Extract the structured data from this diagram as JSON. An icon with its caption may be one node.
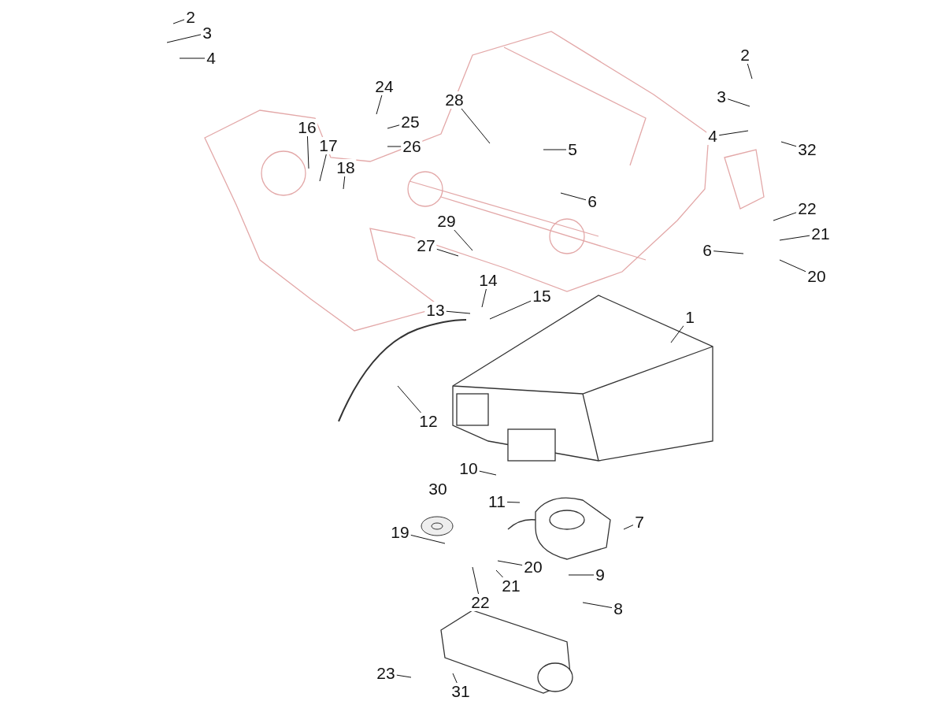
{
  "diagram": {
    "nodes": [
      {
        "text": [
          "2"
        ]
      },
      {
        "text": [
          "3"
        ]
      },
      {
        "text": [
          "4"
        ]
      },
      {
        "text": [
          "24"
        ]
      },
      {
        "text": [
          "25"
        ]
      },
      {
        "text": [
          "26"
        ]
      },
      {
        "text": [
          "28"
        ]
      },
      {
        "text": [
          "16"
        ]
      },
      {
        "text": [
          "17"
        ]
      },
      {
        "text": [
          "18"
        ]
      },
      {
        "text": [
          "5"
        ]
      },
      {
        "text": [
          "6"
        ]
      },
      {
        "text": [
          "2"
        ]
      },
      {
        "text": [
          "3"
        ]
      },
      {
        "text": [
          "4"
        ]
      },
      {
        "text": [
          "32"
        ]
      },
      {
        "text": [
          "22"
        ]
      },
      {
        "text": [
          "21"
        ]
      },
      {
        "text": [
          "6"
        ]
      },
      {
        "text": [
          "20"
        ]
      },
      {
        "text": [
          "29"
        ]
      },
      {
        "text": [
          "27"
        ]
      },
      {
        "text": [
          "13"
        ]
      },
      {
        "text": [
          "14"
        ]
      },
      {
        "text": [
          "15"
        ]
      },
      {
        "text": [
          "1"
        ]
      },
      {
        "text": [
          "12"
        ]
      },
      {
        "text": [
          "10"
        ]
      },
      {
        "text": [
          "11"
        ]
      },
      {
        "text": [
          "7"
        ]
      },
      {
        "text": [
          "19"
        ]
      },
      {
        "text": [
          "20"
        ]
      },
      {
        "text": [
          "21"
        ]
      },
      {
        "text": [
          "22"
        ]
      },
      {
        "text": [
          "9"
        ]
      },
      {
        "text": [
          "8"
        ]
      },
      {
        "text": [
          "23"
        ]
      },
      {
        "text": [
          "31"
        ]
      }
    ],
    "edges": [
      {
        "from": 0,
        "to": null,
        "arrow": "none"
      },
      {
        "from": 1,
        "to": null,
        "arrow": "none"
      },
      {
        "from": 2,
        "to": null,
        "arrow": "none"
      },
      {
        "from": 3,
        "to": null,
        "arrow": "none"
      },
      {
        "from": 4,
        "to": null,
        "arrow": "none"
      },
      {
        "from": 5,
        "to": null,
        "arrow": "none"
      },
      {
        "from": 6,
        "to": null,
        "arrow": "none"
      },
      {
        "from": 7,
        "to": null,
        "arrow": "none"
      },
      {
        "from": 8,
        "to": null,
        "arrow": "none"
      },
      {
        "from": 9,
        "to": null,
        "arrow": "none"
      },
      {
        "from": 10,
        "to": null,
        "arrow": "none"
      },
      {
        "from": 11,
        "to": null,
        "arrow": "none"
      },
      {
        "from": 12,
        "to": null,
        "arrow": "none"
      },
      {
        "from": 13,
        "to": null,
        "arrow": "none"
      },
      {
        "from": 14,
        "to": null,
        "arrow": "none"
      },
      {
        "from": 15,
        "to": null,
        "arrow": "none"
      },
      {
        "from": 16,
        "to": null,
        "arrow": "none"
      },
      {
        "from": 17,
        "to": null,
        "arrow": "none"
      },
      {
        "from": 18,
        "to": null,
        "arrow": "none"
      },
      {
        "from": 19,
        "to": null,
        "arrow": "none"
      },
      {
        "from": 20,
        "to": null,
        "arrow": "none"
      },
      {
        "from": 21,
        "to": null,
        "arrow": "none"
      },
      {
        "from": 22,
        "to": null,
        "arrow": "none"
      },
      {
        "from": 23,
        "to": null,
        "arrow": "none"
      },
      {
        "from": 24,
        "to": null,
        "arrow": "none"
      },
      {
        "from": 25,
        "to": null,
        "arrow": "none"
      },
      {
        "from": 26,
        "to": null,
        "arrow": "none"
      },
      {
        "from": 27,
        "to": null,
        "arrow": "none"
      },
      {
        "from": 28,
        "to": null,
        "arrow": "none"
      },
      {
        "from": 29,
        "to": null,
        "arrow": "none"
      },
      {
        "from": 30,
        "to": null,
        "arrow": "none"
      },
      {
        "from": 31,
        "to": null,
        "arrow": "none"
      },
      {
        "from": 32,
        "to": null,
        "arrow": "none"
      },
      {
        "from": 33,
        "to": null,
        "arrow": "none"
      },
      {
        "from": 34,
        "to": null,
        "arrow": "none"
      },
      {
        "from": 35,
        "to": null,
        "arrow": "none"
      },
      {
        "from": 36,
        "to": null,
        "arrow": "none"
      },
      {
        "from": 37,
        "to": null,
        "arrow": "none"
      }
    ],
    "labels": [
      "30"
    ]
  }
}
